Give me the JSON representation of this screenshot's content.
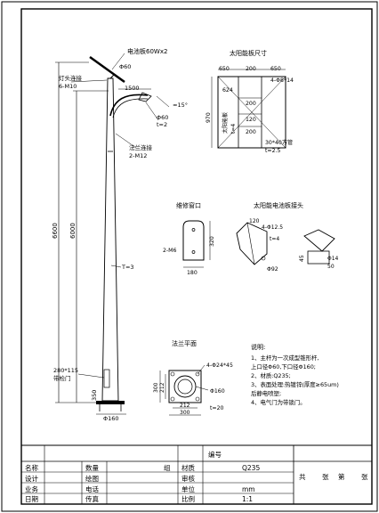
{
  "pole_elevation": {
    "panel_callout": "电池板60Wx2",
    "lamp_callout_1": "灯头连接",
    "lamp_callout_2": "6-M10",
    "dim_panel_size": "Φ60",
    "dim_arm": "1500",
    "angle": "≈15°",
    "arm_dia_1": "Φ60",
    "arm_dia_2": "t=2",
    "flange_conn_1": "法兰连接",
    "flange_conn_2": "2-M12",
    "height_total": "6600",
    "height_pole": "6000",
    "thickness": "T=3",
    "door_1": "280*115",
    "door_2": "带检门",
    "base_height": "350",
    "base_dia": "Φ160"
  },
  "panel_frame": {
    "title": "太阳能板尺寸",
    "dim_top_1": "650",
    "dim_top_2": "200",
    "dim_top_3": "650",
    "hole_note": "4-Φ8*14",
    "dim_left_1": "624",
    "dim_mid_1": "200",
    "dim_mid_2": "120",
    "dim_mid_3": "200",
    "dim_height": "970",
    "label_panel": "太阳能板",
    "label_t": "t=4",
    "side_note_1": "30*40方管",
    "side_note_2": "t=2.5"
  },
  "door_detail": {
    "title": "维修窗口",
    "hole": "2-M6",
    "height": "320",
    "width": "180"
  },
  "bracket_detail": {
    "title": "太阳能电池板接头",
    "dim_1": "120",
    "hole_1": "4-Φ12.5",
    "dim_2": "t=4",
    "dia": "Φ92",
    "dim_3": "45",
    "dim_4": "Φ14",
    "dim_5": "50"
  },
  "flange_plan": {
    "title": "法兰平面",
    "holes": "4-Φ24*45",
    "dim_left_1": "300",
    "dim_left_2": "212",
    "dim_bottom_1": "212",
    "dim_bottom_2": "300",
    "dia": "Φ160",
    "thickness": "t=20"
  },
  "notes": {
    "heading": "说明:",
    "items": [
      "1、主杆为一次成型锥形杆,",
      "    上口径Φ60,下口径Φ160;",
      "2、材质:Q235;",
      "3、表面处理:热镀锌(厚度≥65um)",
      "    后静电喷塑;",
      "4、电气门为带锁门。"
    ]
  },
  "title_block": {
    "drawing_no_label": "编号",
    "row1": [
      "名称",
      "",
      "数量",
      "组",
      "材质",
      "Q235"
    ],
    "row2": [
      "设计",
      "",
      "绘图",
      "",
      "审核",
      ""
    ],
    "row3": [
      "业务",
      "",
      "电话",
      "",
      "单位",
      "mm"
    ],
    "row4": [
      "日期",
      "",
      "传真",
      "",
      "比例",
      "1:1"
    ],
    "sheets_left": "共",
    "sheets_mid": "张",
    "sheets_right": "第",
    "sheets_end": "张"
  }
}
